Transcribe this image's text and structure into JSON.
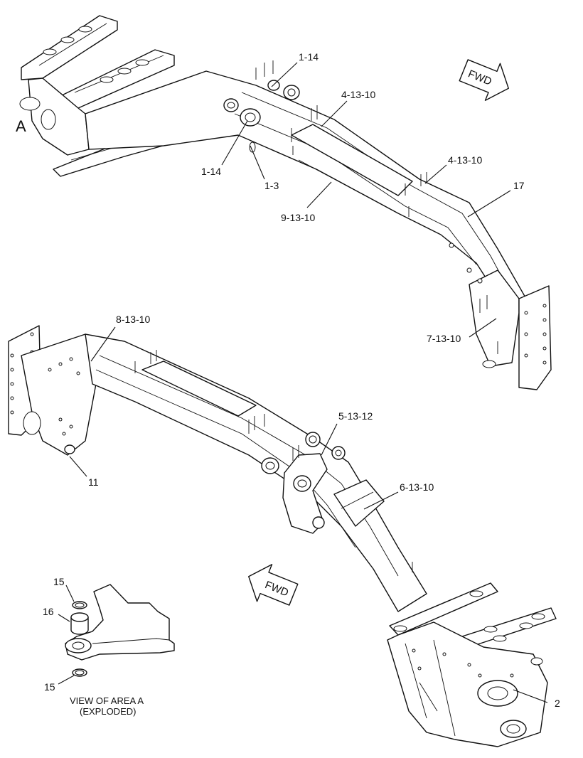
{
  "labels": {
    "area_a": "A",
    "p1_14_top": "1-14",
    "p4_13_10_top": "4-13-10",
    "p4_13_10_mid": "4-13-10",
    "p17": "17",
    "p1_14_left": "1-14",
    "p1_3": "1-3",
    "p9_13_10": "9-13-10",
    "p7_13_10": "7-13-10",
    "p8_13_10": "8-13-10",
    "p5_13_12": "5-13-12",
    "p6_13_10": "6-13-10",
    "p11": "11",
    "p2": "2",
    "p15_top": "15",
    "p16": "16",
    "p15_bottom": "15"
  },
  "arrows": {
    "fwd_top": "FWD",
    "fwd_bottom": "FWD"
  },
  "caption": {
    "line1": "VIEW OF AREA A",
    "line2": "(EXPLODED)"
  }
}
